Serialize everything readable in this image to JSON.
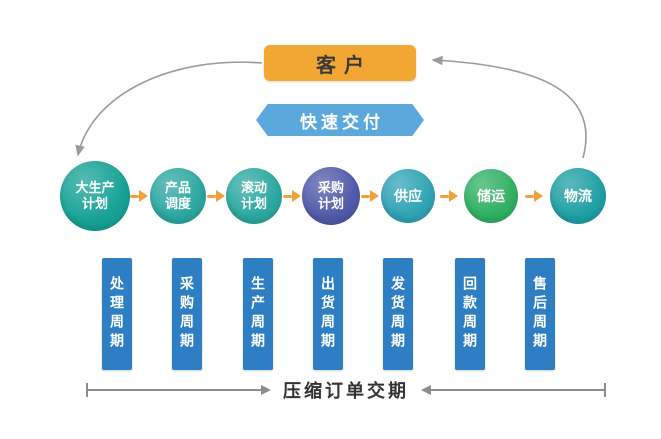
{
  "customer": {
    "label": "客户",
    "bg": "#F2A732",
    "text_color": "#3A3A3A"
  },
  "ribbon": {
    "label": "快速交付",
    "bg": "#5BA9DC",
    "text_color": "#FFFFFF"
  },
  "flow": {
    "arrow_color": "#EFA23B",
    "arc_color": "#9B9B9B",
    "nodes": [
      {
        "label": "大生产\n计划",
        "color": "#16A195"
      },
      {
        "label": "产品\n调度",
        "color": "#2BA7A0"
      },
      {
        "label": "滚动\n计划",
        "color": "#2BA7A0"
      },
      {
        "label": "采购\n计划",
        "color": "#5059A8"
      },
      {
        "label": "供应",
        "color": "#2FA3B5"
      },
      {
        "label": "储运",
        "color": "#2FB063"
      },
      {
        "label": "物流",
        "color": "#1E9FA4"
      }
    ]
  },
  "cycles": {
    "bar_color": "#2E7EC3",
    "text_color": "#FFFFFF",
    "items": [
      {
        "label": "处理周期"
      },
      {
        "label": "采购周期"
      },
      {
        "label": "生产周期"
      },
      {
        "label": "出货周期"
      },
      {
        "label": "发货周期"
      },
      {
        "label": "回款周期"
      },
      {
        "label": "售后周期"
      }
    ]
  },
  "dimension": {
    "label": "压缩订单交期",
    "line_color": "#8C8C8C",
    "text_color": "#333333"
  }
}
